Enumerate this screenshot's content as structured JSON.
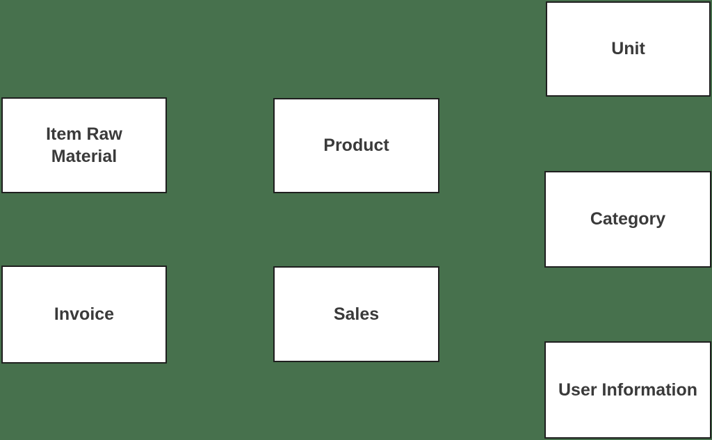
{
  "colors": {
    "background": "#47714D",
    "node_fill": "#ffffff",
    "node_border": "#1f1f1f",
    "node_text": "#3a3a3a"
  },
  "diagram": {
    "nodes": [
      {
        "id": "item-raw-material",
        "label": "Item Raw Material"
      },
      {
        "id": "product",
        "label": "Product"
      },
      {
        "id": "unit",
        "label": "Unit"
      },
      {
        "id": "category",
        "label": "Category"
      },
      {
        "id": "invoice",
        "label": "Invoice"
      },
      {
        "id": "sales",
        "label": "Sales"
      },
      {
        "id": "user-information",
        "label": "User Information"
      }
    ]
  }
}
